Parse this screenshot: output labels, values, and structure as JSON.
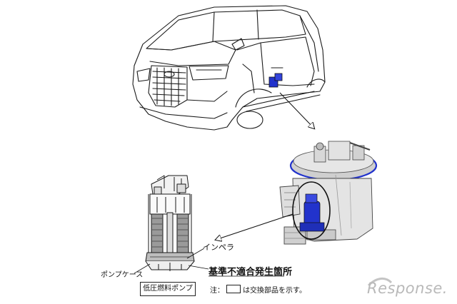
{
  "labels": {
    "impeller": "インペラ",
    "pump_case": "ポンプケース",
    "defect_location": "基準不適合発生箇所",
    "low_pressure_pump": "低圧燃料ポンプ",
    "note_prefix": "注：",
    "note_suffix": "は交換部品を示す。"
  },
  "watermark": "Response.",
  "colors": {
    "highlight_blue": "#2233cc",
    "line": "#1a1a1a",
    "watermark": "#b9b9b9"
  },
  "icons": [
    "callout-arrow-icon"
  ]
}
